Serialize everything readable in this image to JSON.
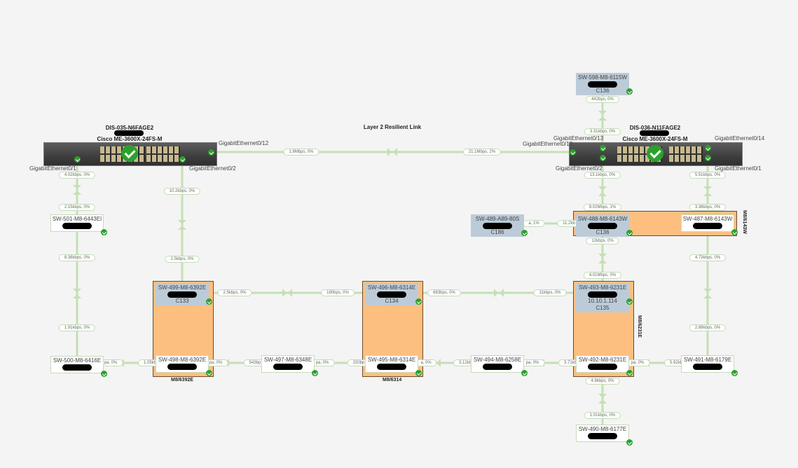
{
  "title": "Layer 2 Resilient Link",
  "colors": {
    "link": "#c5e0b4",
    "group": "#fdbf7f",
    "status_ok": "#2ca02c",
    "node_highlight": "#bccbd8"
  },
  "switches": [
    {
      "name": "DIS-035-N6FAGE2",
      "model": "Cisco ME-3600X-24FS-M",
      "ports": [
        "GigabitEthernet0/12",
        "GigabitEthernet0/1",
        "GigabitEthernet0/2"
      ]
    },
    {
      "name": "DIS-036-N11FAGE2",
      "model": "Cisco ME-3600X-24FS-M",
      "ports": [
        "GigabitEthernet0/13",
        "GigabitEthernet0/12",
        "GigabitEthernet0/14",
        "GigabitEthernet0/2",
        "GigabitEthernet0/1"
      ]
    }
  ],
  "groups": [
    "M8/6392E",
    "M8/6314",
    "M8/6231E",
    "M8/6143W"
  ],
  "nodes": {
    "sw598": {
      "name": "SW-598-M8-6115W",
      "sub": "C136"
    },
    "sw501": {
      "name": "SW-501-M8-6443EI"
    },
    "sw500": {
      "name": "SW-500-M8-6416E"
    },
    "sw499": {
      "name": "SW-499-M8-6392E",
      "sub": "C133"
    },
    "sw498": {
      "name": "SW-498-M8-6392E"
    },
    "sw497": {
      "name": "SW-497-M8-6348E"
    },
    "sw496": {
      "name": "SW-496-M8-6314E",
      "sub": "C134"
    },
    "sw495": {
      "name": "SW-495-M8-6314E"
    },
    "sw494": {
      "name": "SW-494-M8-6258E"
    },
    "sw493": {
      "name": "SW-493-M8-6231E",
      "ip": "10.10.1.114",
      "sub": "C135"
    },
    "sw492": {
      "name": "SW-492-M8-6231E"
    },
    "sw491": {
      "name": "SW-491-M8-6179E"
    },
    "sw490": {
      "name": "SW-490-M8-6177E"
    },
    "sw489": {
      "name": "SW-489-A89-80S",
      "sub": "C186"
    },
    "sw488": {
      "name": "SW-488-M8-6143W",
      "sub": "C136"
    },
    "sw487": {
      "name": "SW-487-M8-6143W"
    }
  },
  "link_labels": [
    "1.8Mbps, 0%",
    "21.1Mbps, 2%",
    "4.02kbps, 0%",
    "2.15kbps, 0%",
    "8.38kbps, 0%",
    "1.91kbps, 0%",
    "10.2kbps, 0%",
    "2.5kbps, 0%",
    "442bps, 0%",
    "3.31kbps, 0%",
    "13.1kbps, 0%",
    "8.02Mbps, 1%",
    "12kbps, 0%",
    "4.01Mbps, 0%",
    "4.8kbps, 0%",
    "1.01kbps, 0%",
    "5.51kbps, 0%",
    "3.38kbps, 0%",
    "4.73kbps, 0%",
    "2.88kbps, 0%",
    "2.5kbps, 0%",
    "180bps, 0%",
    "683bps, 0%",
    "11kbps, 0%",
    "pa, 0%",
    "1.05kb",
    "pa, 0%",
    "543bp",
    "pa, 0%",
    "150bp",
    "a, 0%",
    "3.12kb",
    "pa, 0%",
    "3.71kb",
    "pa, 0%",
    "5.92kb",
    "a, 1%",
    "11.2kb"
  ]
}
